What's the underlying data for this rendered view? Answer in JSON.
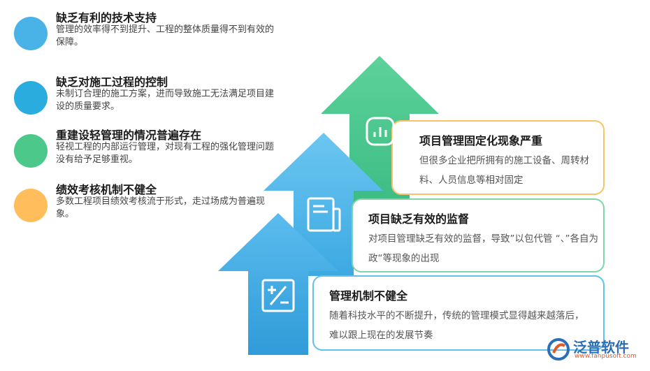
{
  "left_items": [
    {
      "title": "缺乏有利的技术支持",
      "desc": "管理的效率得不到提升、工程的整体质量得不到有效的保障。",
      "color": "#49b3e8"
    },
    {
      "title": "缺乏对施工过程的控制",
      "desc": "未制订合理的施工方案，进而导致施工无法满足项目建设的质量要求。",
      "color": "#2aacde"
    },
    {
      "title": "重建设轻管理的情况普遍存在",
      "desc": "轻视工程的内部运行管理，对现有工程的强化管理问题没有给予足够重视。",
      "color": "#4cc98a"
    },
    {
      "title": "绩效考核机制不健全",
      "desc": "多数工程项目绩效考核流于形式，走过场成为普遍现象。",
      "color": "#ffbd5b"
    }
  ],
  "cards": [
    {
      "title": "项目管理固定化现象严重",
      "desc": "但很多企业把所拥有的施工设备、周转材料、人员信息等相对固定",
      "border": "#f5c46a",
      "icon": "chart-icon"
    },
    {
      "title": "项目缺乏有效的监督",
      "desc": "对项目管理缺乏有效的监督，导致”以包代管 “、”各自为政“等现象的出现",
      "border": "#7fd4a8",
      "icon": "document-icon"
    },
    {
      "title": "管理机制不健全",
      "desc": "随着科技水平的不断提升，传统的管理模式显得越来越落后，难以跟上现在的发展节奏",
      "border": "#5ec2ea",
      "icon": "calculator-icon"
    }
  ],
  "colors": {
    "arrow_green": "#4cc98a",
    "arrow_lightblue": "#56b9ea",
    "arrow_blue": "#3aa8e3"
  },
  "logo": {
    "name": "泛普软件",
    "url": "www.fanpusoft.com"
  }
}
